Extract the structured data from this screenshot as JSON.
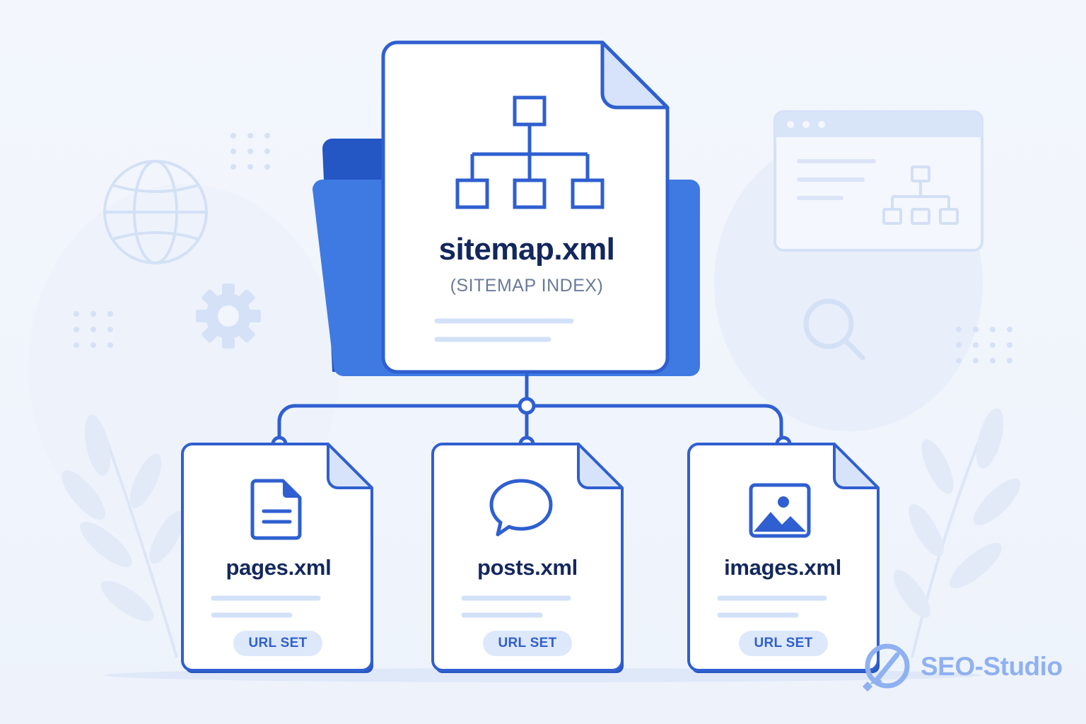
{
  "index_file": {
    "title": "sitemap.xml",
    "subtitle": "(SITEMAP INDEX)"
  },
  "child_files": [
    {
      "title": "pages.xml",
      "badge": "URL SET",
      "icon": "document-icon"
    },
    {
      "title": "posts.xml",
      "badge": "URL SET",
      "icon": "speech-bubble-icon"
    },
    {
      "title": "images.xml",
      "badge": "URL SET",
      "icon": "image-icon"
    }
  ],
  "brand": {
    "name": "SEO-Studio",
    "icon": "logo-icon"
  },
  "colors": {
    "outline": "#2f5fd0",
    "folder": "#3f7ae3",
    "folder_dark": "#2456c4",
    "title_text": "#13275c",
    "badge_bg": "#dde8fb",
    "background": "#f1f5fc"
  }
}
